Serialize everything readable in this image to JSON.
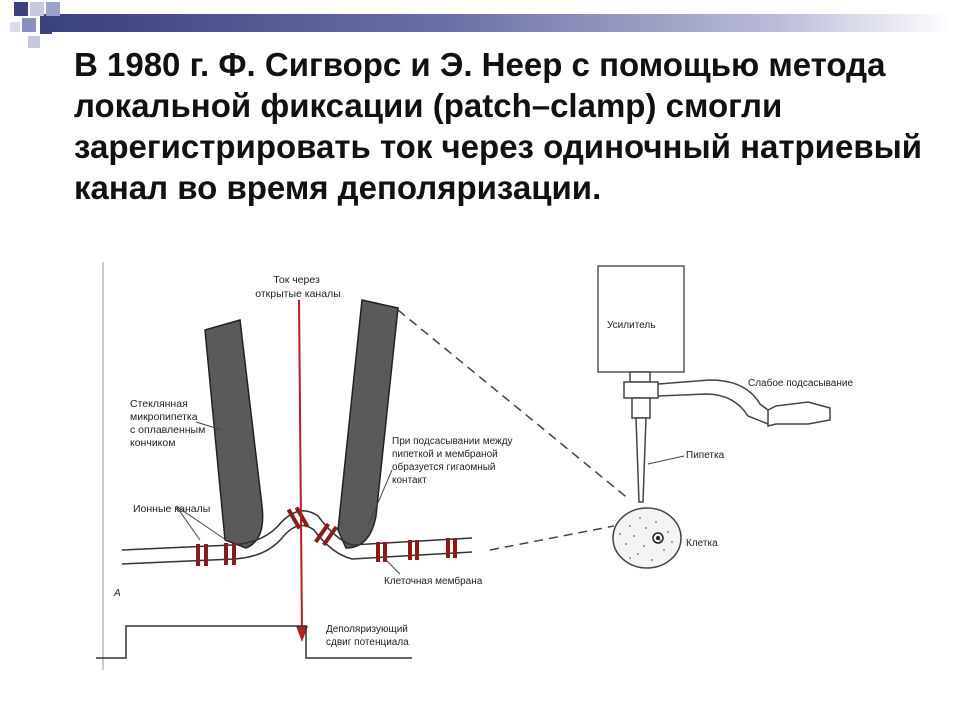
{
  "slide": {
    "text": "В 1980 г. Ф. Сигворс и Э. Неер с помощью метода локальной фиксации (patch–clamp) смогли зарегистрировать ток через одиночный натриевый канал во время деполяризации."
  },
  "diagram": {
    "current_label": [
      "Ток через",
      "открытые каналы"
    ],
    "micropipette_label": [
      "Стеклянная",
      "микропипетка",
      "с оплавленным",
      "кончиком"
    ],
    "gigaseal_label": [
      "При подсасывании между",
      "пипеткой и мембраной",
      "образуется гигаомный",
      "контакт"
    ],
    "ion_channels_label": "Ионные каналы",
    "membrane_label": "Клеточная мембрана",
    "panel_letter": "A",
    "depolarizing_label": [
      "Деполяризующий",
      "сдвиг потенциала"
    ],
    "amplifier_label": "Усилитель",
    "suction_label": "Слабое подсасывание",
    "pipette_label": "Пипетка",
    "cell_label": "Клетка"
  },
  "colors": {
    "header_dark": "#3a3f7d",
    "current_arrow": "#b22222",
    "channel": "#8b1a1a",
    "glass": "#555555"
  }
}
